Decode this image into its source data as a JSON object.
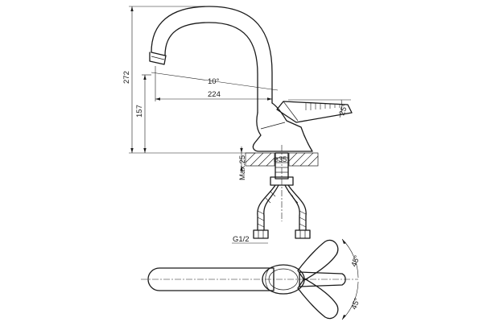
{
  "dimensions": {
    "total_height": "272",
    "spout_height": "157",
    "reach": "224",
    "spout_angle": "10°",
    "handle_angle": "25°",
    "deck_thickness": "Max.25",
    "mounting_diameter": "⌀35",
    "connection_thread": "G1/2",
    "swivel_angle_upper": "45°",
    "swivel_angle_lower": "45°"
  }
}
